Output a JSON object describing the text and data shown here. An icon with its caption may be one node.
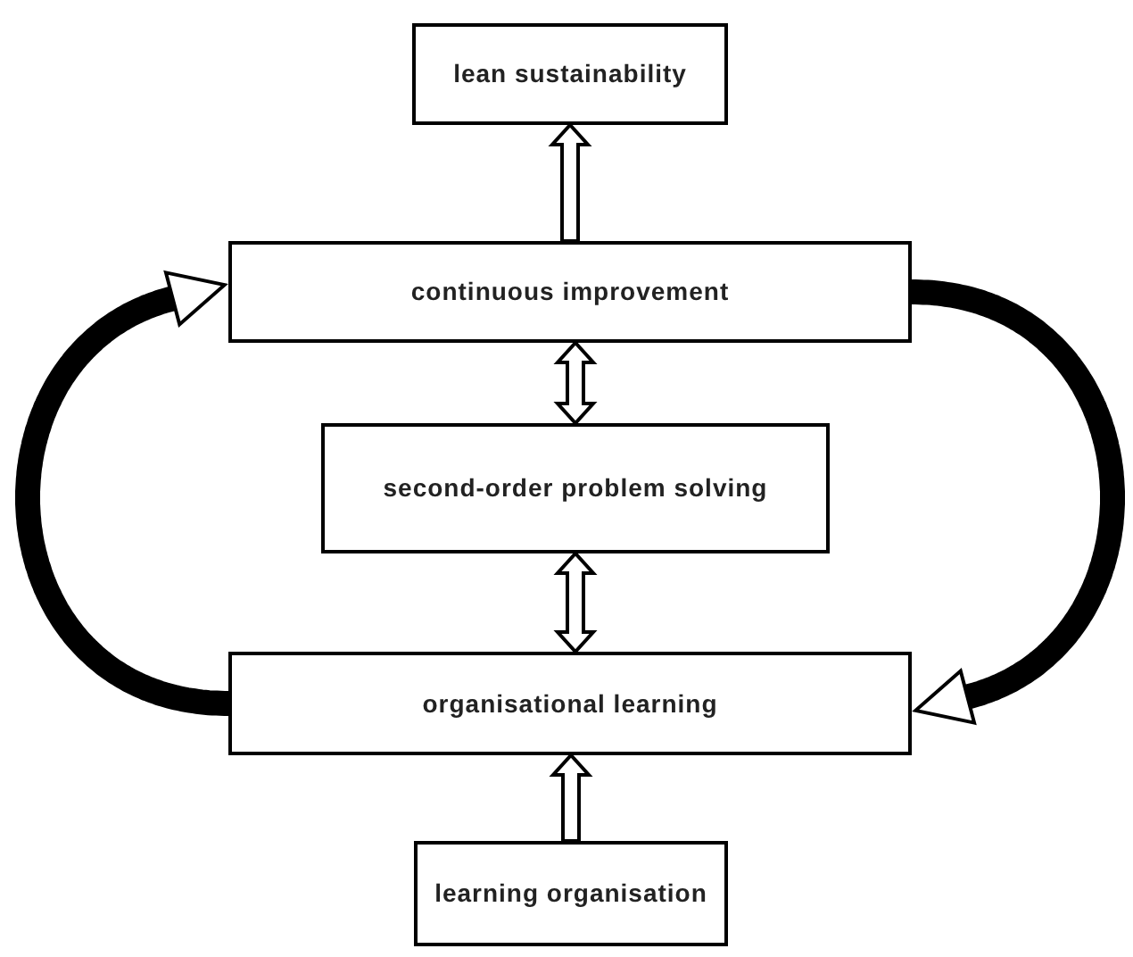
{
  "diagram": {
    "nodes": [
      {
        "text": [
          "lean sustainability"
        ]
      },
      {
        "text": [
          "continuous improvement"
        ]
      },
      {
        "text": [
          "second-order problem solving"
        ]
      },
      {
        "text": [
          "organisational learning"
        ]
      },
      {
        "text": [
          "learning organisation"
        ]
      }
    ],
    "edges": [
      {
        "from": 1,
        "to": 0,
        "arrow": "to"
      },
      {
        "from": 1,
        "to": 2,
        "arrow": "both"
      },
      {
        "from": 2,
        "to": 3,
        "arrow": "both"
      },
      {
        "from": 4,
        "to": 3,
        "arrow": "to"
      },
      {
        "from": 3,
        "to": 1,
        "arrow": "to"
      },
      {
        "from": 1,
        "to": 3,
        "arrow": "to"
      }
    ]
  }
}
